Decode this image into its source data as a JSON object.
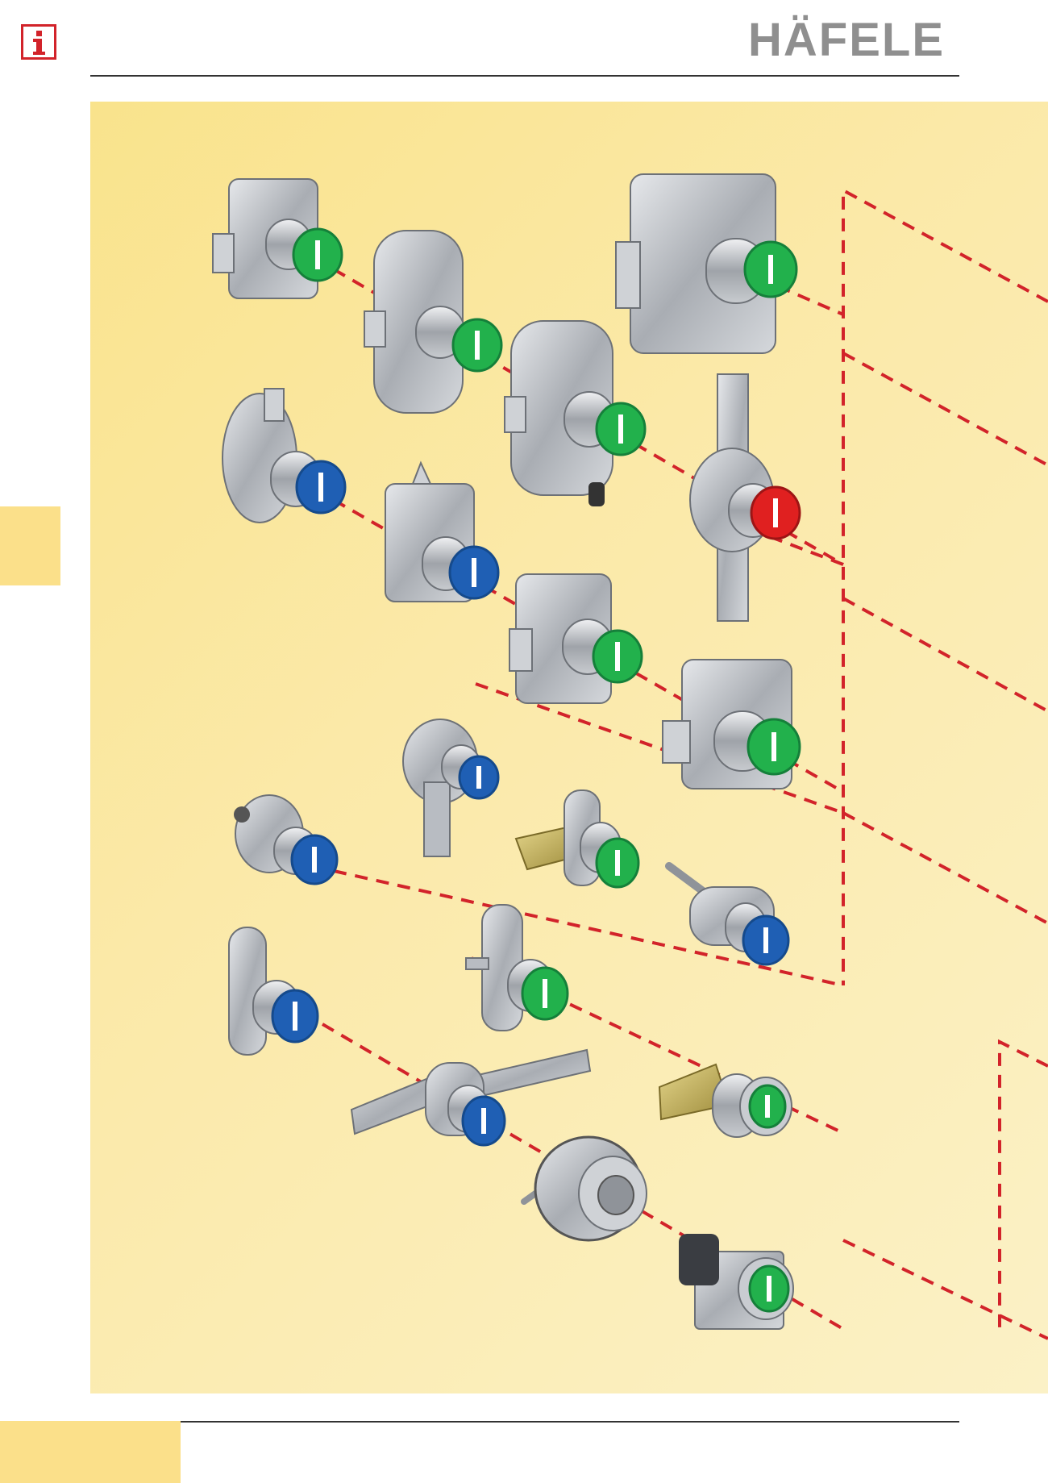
{
  "header": {
    "info_icon": "info-icon",
    "brand": "HÄFELE",
    "brand_color": "#8f8f8f",
    "brand_accent_color": "#d2232a"
  },
  "colors": {
    "panel_background": "#f9e38c",
    "tab_background": "#fbe08a",
    "dash_line": "#d2232a",
    "cylinder_green": "#22b14c",
    "cylinder_blue": "#1f5fb4",
    "cylinder_red": "#e02020",
    "metal": "#b8bcc2"
  },
  "illustration": {
    "caption": "",
    "cylinder_colors": [
      "green",
      "green",
      "green",
      "green",
      "blue",
      "blue",
      "green",
      "red",
      "green",
      "green",
      "blue",
      "green",
      "blue",
      "blue",
      "green",
      "blue",
      "blue",
      "green",
      "green",
      "green"
    ]
  }
}
